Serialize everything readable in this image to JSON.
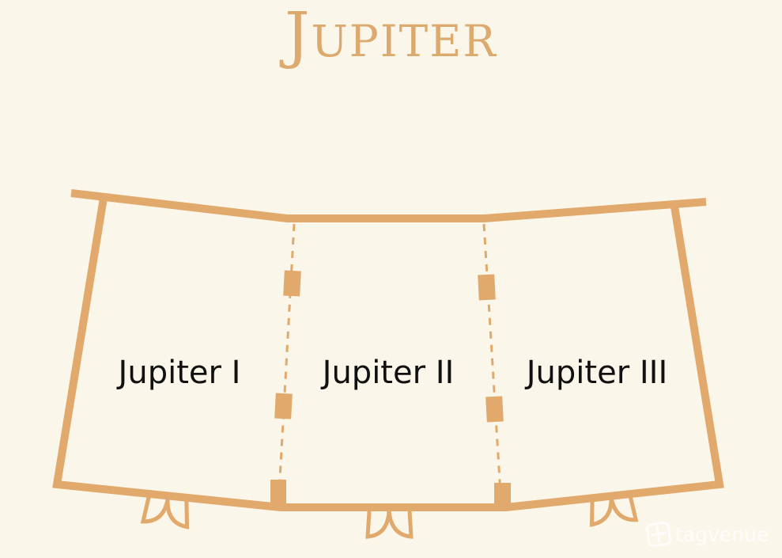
{
  "title": "Jupiter",
  "rooms": [
    {
      "name": "Jupiter I"
    },
    {
      "name": "Jupiter II"
    },
    {
      "name": "Jupiter III"
    }
  ],
  "watermark": {
    "text": "tagvenue",
    "icon": "tagvenue-logo-icon"
  },
  "colors": {
    "wall": "#e2a96c",
    "background": "#faf6e9",
    "title": "#dca96f",
    "label": "#111111"
  }
}
